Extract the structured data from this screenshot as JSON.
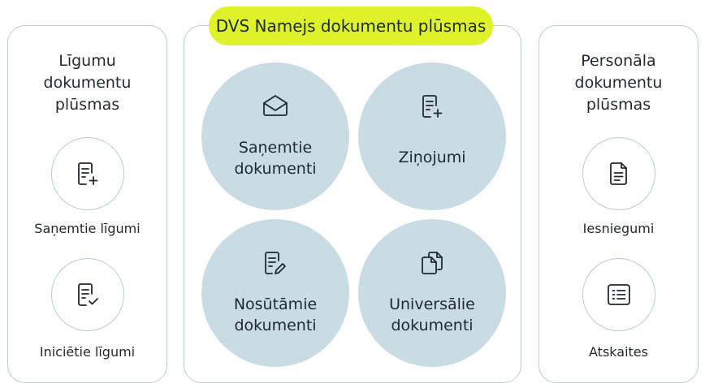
{
  "title": "DVS Namejs dokumentu plūsmas",
  "left": {
    "title_lines": [
      "Līgumu",
      "dokumentu",
      "plūsmas"
    ],
    "items": [
      {
        "label": "Saņemtie līgumi",
        "icon": "document-add-icon"
      },
      {
        "label": "Iniciētie līgumi",
        "icon": "document-check-icon"
      }
    ]
  },
  "center": {
    "items": [
      {
        "label_lines": [
          "Saņemtie",
          "dokumenti"
        ],
        "icon": "envelope-open-icon"
      },
      {
        "label_lines": [
          "Ziņojumi"
        ],
        "icon": "document-add-icon"
      },
      {
        "label_lines": [
          "Nosūtāmie",
          "dokumenti"
        ],
        "icon": "document-edit-icon"
      },
      {
        "label_lines": [
          "Universālie",
          "dokumenti"
        ],
        "icon": "documents-copy-icon"
      }
    ]
  },
  "right": {
    "title_lines": [
      "Personāla",
      "dokumentu",
      "plūsmas"
    ],
    "items": [
      {
        "label": "Iesniegumi",
        "icon": "document-text-icon"
      },
      {
        "label": "Atskaites",
        "icon": "list-report-icon"
      }
    ]
  },
  "colors": {
    "pill": "#dff32b",
    "big_circle": "#c9dbe3",
    "border": "#b9cdd4",
    "text": "#1f2a30"
  }
}
